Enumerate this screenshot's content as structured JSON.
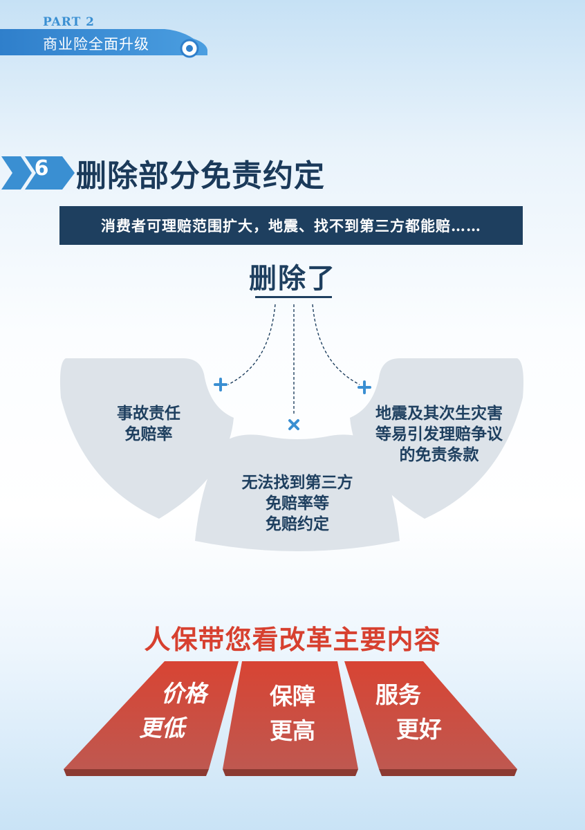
{
  "header": {
    "part": "PART 2",
    "title": "商业险全面升级"
  },
  "section": {
    "number": "6",
    "title": "删除部分免责约定",
    "subtitle": "消费者可理赔范围扩大，地震、找不到第三方都能赔……"
  },
  "removed": {
    "heading": "删除了",
    "items": [
      {
        "icon": "plus-icon",
        "text": "事故责任\n免赔率"
      },
      {
        "icon": "cross-icon",
        "text": "无法找到第三方\n免赔率等\n免赔约定"
      },
      {
        "icon": "plus-icon",
        "text": "地震及其次生灾害\n等易引发理赔争议\n的免责条款"
      }
    ]
  },
  "reform": {
    "heading": "人保带您看改革主要内容",
    "panels": [
      {
        "line1": "价格",
        "line2": "更低"
      },
      {
        "line1": "保障",
        "line2": "更高"
      },
      {
        "line1": "服务",
        "line2": "更好"
      }
    ]
  },
  "colors": {
    "navy": "#1e3f5f",
    "accent_blue": "#3a8fd2",
    "card": "#dde3e9",
    "panel_red": "#cf4a3b",
    "heading_red": "#d7402f"
  }
}
